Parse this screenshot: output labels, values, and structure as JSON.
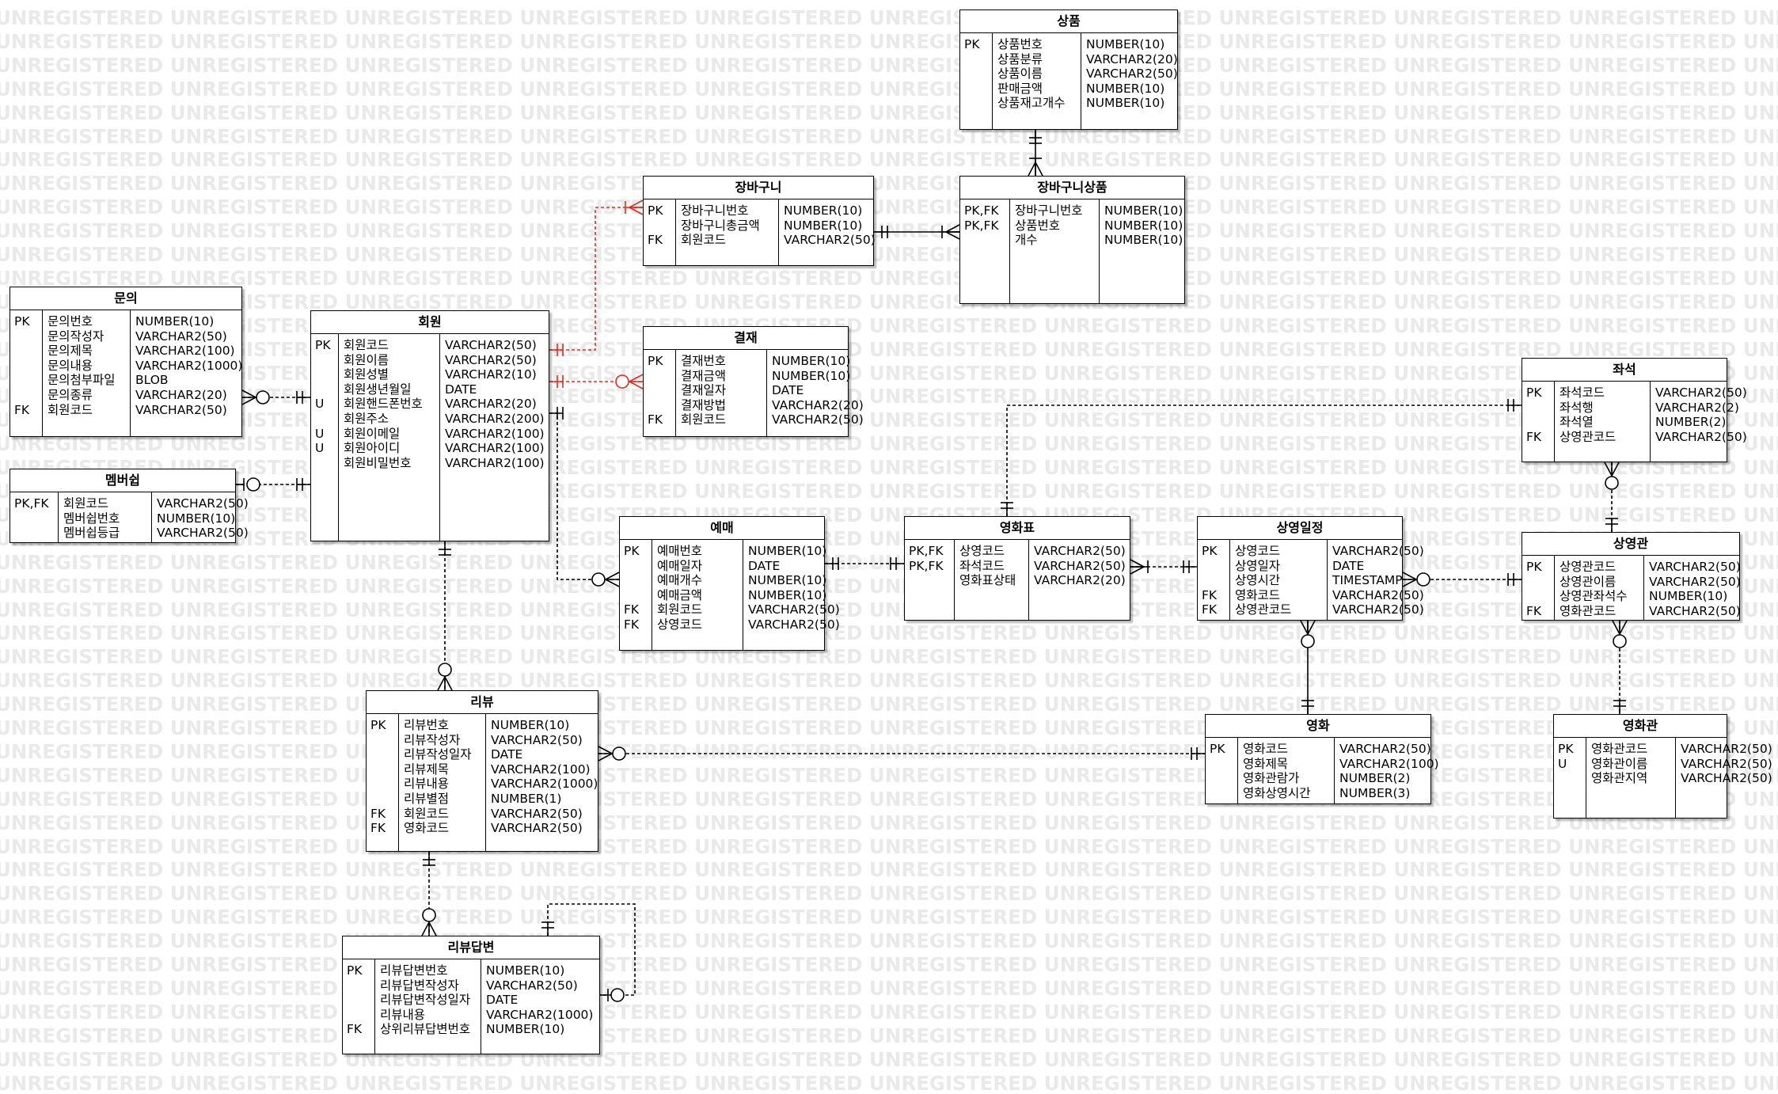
{
  "watermark": "UNREGISTERED",
  "entities": {
    "sangpum": {
      "title": "상품",
      "rows": [
        {
          "key": "PK",
          "name": "상품번호",
          "type": "NUMBER(10)"
        },
        {
          "key": "",
          "name": "상품분류",
          "type": "VARCHAR2(20)"
        },
        {
          "key": "",
          "name": "상품이름",
          "type": "VARCHAR2(50)"
        },
        {
          "key": "",
          "name": "판매금액",
          "type": "NUMBER(10)"
        },
        {
          "key": "",
          "name": "상품재고개수",
          "type": "NUMBER(10)"
        }
      ]
    },
    "jangbaguni": {
      "title": "장바구니",
      "rows": [
        {
          "key": "PK",
          "name": "장바구니번호",
          "type": "NUMBER(10)"
        },
        {
          "key": "",
          "name": "장바구니총금액",
          "type": "NUMBER(10)"
        },
        {
          "key": "FK",
          "name": "회원코드",
          "type": "VARCHAR2(50)"
        }
      ]
    },
    "jangbaguni_sangpum": {
      "title": "장바구니상품",
      "rows": [
        {
          "key": "PK,FK",
          "name": "장바구니번호",
          "type": "NUMBER(10)"
        },
        {
          "key": "PK,FK",
          "name": "상품번호",
          "type": "NUMBER(10)"
        },
        {
          "key": "",
          "name": "개수",
          "type": "NUMBER(10)"
        }
      ]
    },
    "munui": {
      "title": "문의",
      "rows": [
        {
          "key": "PK",
          "name": "문의번호",
          "type": "NUMBER(10)"
        },
        {
          "key": "",
          "name": "문의작성자",
          "type": "VARCHAR2(50)"
        },
        {
          "key": "",
          "name": "문의제목",
          "type": "VARCHAR2(100)"
        },
        {
          "key": "",
          "name": "문의내용",
          "type": "VARCHAR2(1000)"
        },
        {
          "key": "",
          "name": "문의첨부파일",
          "type": "BLOB"
        },
        {
          "key": "",
          "name": "문의종류",
          "type": "VARCHAR2(20)"
        },
        {
          "key": "FK",
          "name": "회원코드",
          "type": "VARCHAR2(50)"
        }
      ]
    },
    "hoewon": {
      "title": "회원",
      "rows": [
        {
          "key": "PK",
          "name": "회원코드",
          "type": "VARCHAR2(50)"
        },
        {
          "key": "",
          "name": "회원이름",
          "type": "VARCHAR2(50)"
        },
        {
          "key": "",
          "name": "회원성별",
          "type": "VARCHAR2(10)"
        },
        {
          "key": "",
          "name": "회원생년월일",
          "type": "DATE"
        },
        {
          "key": "U",
          "name": "회원핸드폰번호",
          "type": "VARCHAR2(20)"
        },
        {
          "key": "",
          "name": "회원주소",
          "type": "VARCHAR2(200)"
        },
        {
          "key": "U",
          "name": "회원이메일",
          "type": "VARCHAR2(100)"
        },
        {
          "key": "U",
          "name": "회원아이디",
          "type": "VARCHAR2(100)"
        },
        {
          "key": "",
          "name": "회원비밀번호",
          "type": "VARCHAR2(100)"
        }
      ]
    },
    "gyeoljae": {
      "title": "결재",
      "rows": [
        {
          "key": "PK",
          "name": "결재번호",
          "type": "NUMBER(10)"
        },
        {
          "key": "",
          "name": "결재금액",
          "type": "NUMBER(10)"
        },
        {
          "key": "",
          "name": "결재일자",
          "type": "DATE"
        },
        {
          "key": "",
          "name": "결재방법",
          "type": "VARCHAR2(20)"
        },
        {
          "key": "FK",
          "name": "회원코드",
          "type": "VARCHAR2(50)"
        }
      ]
    },
    "membership": {
      "title": "멤버쉽",
      "rows": [
        {
          "key": "PK,FK",
          "name": "회원코드",
          "type": "VARCHAR2(50)"
        },
        {
          "key": "",
          "name": "멤버쉽번호",
          "type": "NUMBER(10)"
        },
        {
          "key": "",
          "name": "멤버쉽등급",
          "type": "VARCHAR2(50)"
        }
      ]
    },
    "jwaseok": {
      "title": "좌석",
      "rows": [
        {
          "key": "PK",
          "name": "좌석코드",
          "type": "VARCHAR2(50)"
        },
        {
          "key": "",
          "name": "좌석행",
          "type": "VARCHAR2(2)"
        },
        {
          "key": "",
          "name": "좌석열",
          "type": "NUMBER(2)"
        },
        {
          "key": "FK",
          "name": "상영관코드",
          "type": "VARCHAR2(50)"
        }
      ]
    },
    "yemae": {
      "title": "예매",
      "rows": [
        {
          "key": "PK",
          "name": "예매번호",
          "type": "NUMBER(10)"
        },
        {
          "key": "",
          "name": "예매일자",
          "type": "DATE"
        },
        {
          "key": "",
          "name": "예매개수",
          "type": "NUMBER(10)"
        },
        {
          "key": "",
          "name": "예매금액",
          "type": "NUMBER(10)"
        },
        {
          "key": "FK",
          "name": "회원코드",
          "type": "VARCHAR2(50)"
        },
        {
          "key": "FK",
          "name": "상영코드",
          "type": "VARCHAR2(50)"
        }
      ]
    },
    "yeonghwapyo": {
      "title": "영화표",
      "rows": [
        {
          "key": "PK,FK",
          "name": "상영코드",
          "type": "VARCHAR2(50)"
        },
        {
          "key": "PK,FK",
          "name": "좌석코드",
          "type": "VARCHAR2(50)"
        },
        {
          "key": "",
          "name": "영화표상태",
          "type": "VARCHAR2(20)"
        }
      ]
    },
    "sangyeongiljeong": {
      "title": "상영일정",
      "rows": [
        {
          "key": "PK",
          "name": "상영코드",
          "type": "VARCHAR2(50)"
        },
        {
          "key": "",
          "name": "상영일자",
          "type": "DATE"
        },
        {
          "key": "",
          "name": "상영시간",
          "type": "TIMESTAMP"
        },
        {
          "key": "FK",
          "name": "영화코드",
          "type": "VARCHAR2(50)"
        },
        {
          "key": "FK",
          "name": "상영관코드",
          "type": "VARCHAR2(50)"
        }
      ]
    },
    "sangyeonggwan": {
      "title": "상영관",
      "rows": [
        {
          "key": "PK",
          "name": "상영관코드",
          "type": "VARCHAR2(50)"
        },
        {
          "key": "",
          "name": "상영관이름",
          "type": "VARCHAR2(50)"
        },
        {
          "key": "",
          "name": "상영관좌석수",
          "type": "NUMBER(10)"
        },
        {
          "key": "FK",
          "name": "영화관코드",
          "type": "VARCHAR2(50)"
        }
      ]
    },
    "review": {
      "title": "리뷰",
      "rows": [
        {
          "key": "PK",
          "name": "리뷰번호",
          "type": "NUMBER(10)"
        },
        {
          "key": "",
          "name": "리뷰작성자",
          "type": "VARCHAR2(50)"
        },
        {
          "key": "",
          "name": "리뷰작성일자",
          "type": "DATE"
        },
        {
          "key": "",
          "name": "리뷰제목",
          "type": "VARCHAR2(100)"
        },
        {
          "key": "",
          "name": "리뷰내용",
          "type": "VARCHAR2(1000)"
        },
        {
          "key": "",
          "name": "리뷰별점",
          "type": "NUMBER(1)"
        },
        {
          "key": "FK",
          "name": "회원코드",
          "type": "VARCHAR2(50)"
        },
        {
          "key": "FK",
          "name": "영화코드",
          "type": "VARCHAR2(50)"
        }
      ]
    },
    "yeonghwa": {
      "title": "영화",
      "rows": [
        {
          "key": "PK",
          "name": "영화코드",
          "type": "VARCHAR2(50)"
        },
        {
          "key": "",
          "name": "영화제목",
          "type": "VARCHAR2(100)"
        },
        {
          "key": "",
          "name": "영화관람가",
          "type": "NUMBER(2)"
        },
        {
          "key": "",
          "name": "영화상영시간",
          "type": "NUMBER(3)"
        }
      ]
    },
    "yeonghwagwan": {
      "title": "영화관",
      "rows": [
        {
          "key": "PK",
          "name": "영화관코드",
          "type": "VARCHAR2(50)"
        },
        {
          "key": "U",
          "name": "영화관이름",
          "type": "VARCHAR2(50)"
        },
        {
          "key": "",
          "name": "영화관지역",
          "type": "VARCHAR2(50)"
        }
      ]
    },
    "review_dabyeon": {
      "title": "리뷰답변",
      "rows": [
        {
          "key": "PK",
          "name": "리뷰답변번호",
          "type": "NUMBER(10)"
        },
        {
          "key": "",
          "name": "리뷰답변작성자",
          "type": "VARCHAR2(50)"
        },
        {
          "key": "",
          "name": "리뷰답변작성일자",
          "type": "DATE"
        },
        {
          "key": "",
          "name": "리뷰내용",
          "type": "VARCHAR2(1000)"
        },
        {
          "key": "FK",
          "name": "상위리뷰답변번호",
          "type": "NUMBER(10)"
        }
      ]
    }
  },
  "colors": {
    "line": "#000000",
    "highlight": "#e8291c",
    "watermark": "#e9e9e9"
  }
}
